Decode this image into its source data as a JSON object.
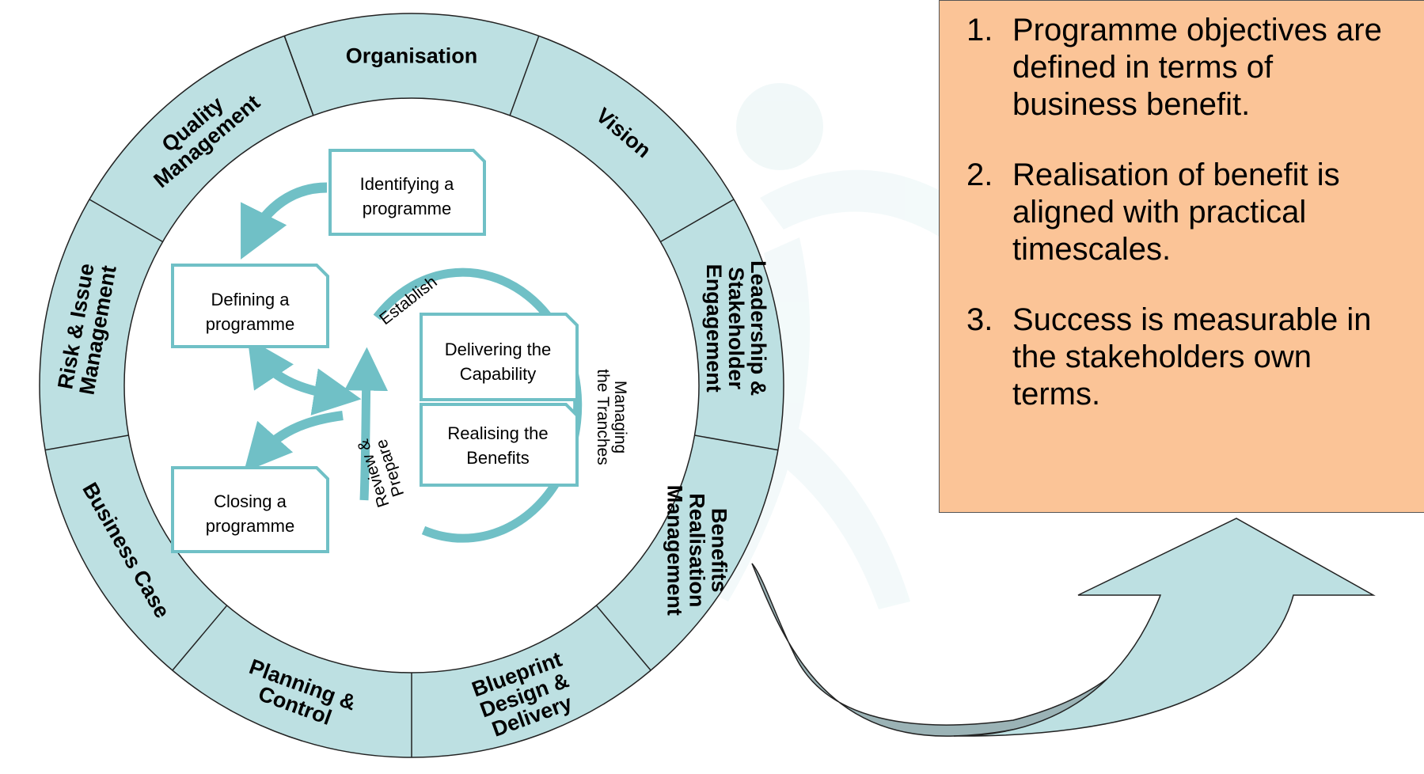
{
  "colors": {
    "ring_fill": "#bde0e2",
    "arrow_teal": "#70c0c6",
    "principles_bg": "#fbc497",
    "connector_fill": "#9bb3b6"
  },
  "themes": [
    "Organisation",
    "Vision",
    "Leadership & Stakeholder Engagement",
    "Benefits Realisation Management",
    "Blueprint Design & Delivery",
    "Planning & Control",
    "Business Case",
    "Risk & Issue Management",
    "Quality Management"
  ],
  "processes": {
    "identifying": "Identifying a programme",
    "defining": "Defining a programme",
    "closing": "Closing a programme",
    "delivering": "Delivering the Capability",
    "realising": "Realising the Benefits"
  },
  "cycle": {
    "establish": "Establish",
    "managing": "Managing the Tranches",
    "review": "Review & Prepare"
  },
  "principles": [
    {
      "number": "1.",
      "lines": [
        "Programme objectives are",
        "defined in terms of",
        "business benefit."
      ]
    },
    {
      "number": "2.",
      "lines": [
        "Realisation of benefit is",
        "aligned with practical",
        "timescales."
      ]
    },
    {
      "number": "3.",
      "lines": [
        "Success is measurable in",
        "the stakeholders own",
        "terms."
      ]
    }
  ]
}
